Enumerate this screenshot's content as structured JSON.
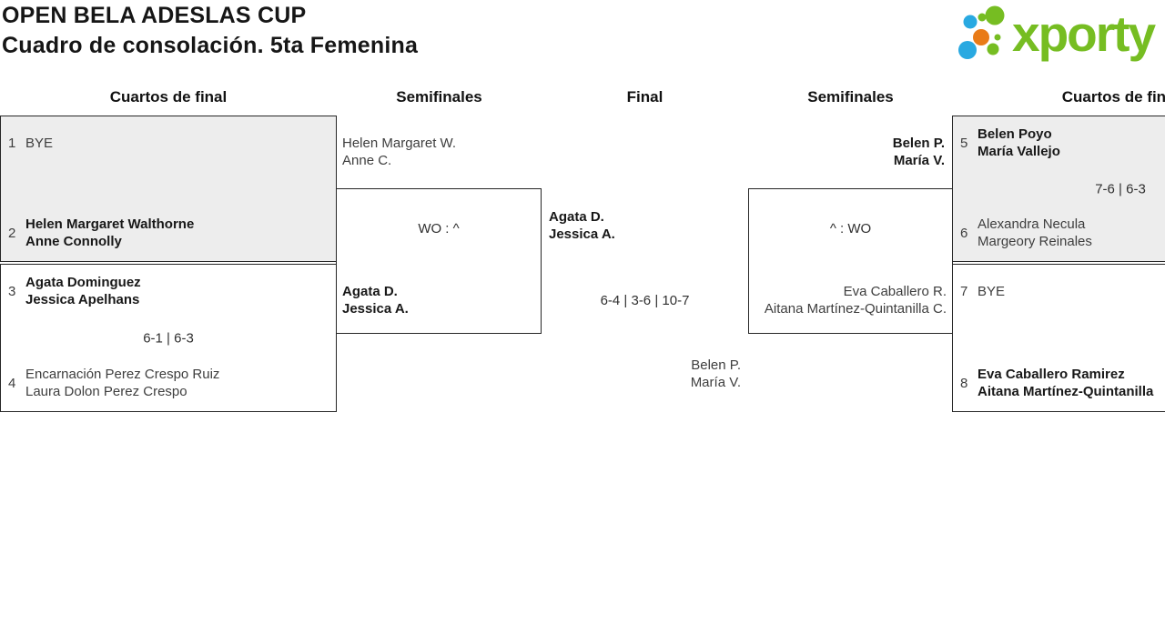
{
  "page": {
    "title": "OPEN BELA ADESLAS CUP",
    "subtitle": "Cuadro de consolación. 5ta Femenina"
  },
  "logo": {
    "text": "xporty",
    "green": "#76BD22",
    "blue": "#29A9E1",
    "orange": "#E97B17"
  },
  "colors": {
    "box_gray": "#EDEDED",
    "box_border": "#262626"
  },
  "round_headers": [
    "Cuartos de final",
    "Semifinales",
    "Final",
    "Semifinales",
    "Cuartos de final"
  ],
  "bracket": {
    "qf_left": [
      {
        "score": "",
        "teams": [
          {
            "seed": "1",
            "line1": "BYE",
            "line2": "",
            "winner": false
          },
          {
            "seed": "2",
            "line1": "Helen Margaret Walthorne",
            "line2": "Anne Connolly",
            "winner": true
          }
        ]
      },
      {
        "score": "6-1 | 6-3",
        "teams": [
          {
            "seed": "3",
            "line1": "Agata Dominguez",
            "line2": "Jessica Apelhans",
            "winner": true
          },
          {
            "seed": "4",
            "line1": "Encarnación Perez Crespo Ruiz",
            "line2": "Laura Dolon Perez Crespo",
            "winner": false
          }
        ]
      }
    ],
    "sf_left": {
      "score": "WO : ^",
      "teams": [
        {
          "line1": "Helen Margaret W.",
          "line2": "Anne C.",
          "winner": false
        },
        {
          "line1": "Agata D.",
          "line2": "Jessica A.",
          "winner": true
        }
      ]
    },
    "final": {
      "score": "6-4 | 3-6 | 10-7",
      "teams": [
        {
          "line1": "Agata D.",
          "line2": "Jessica A.",
          "winner": true
        },
        {
          "line1": "Belen P.",
          "line2": "María V.",
          "winner": false
        }
      ]
    },
    "sf_right": {
      "score": "^ : WO",
      "teams": [
        {
          "line1": "Belen P.",
          "line2": "María V.",
          "winner": true
        },
        {
          "line1": "Eva Caballero R.",
          "line2": "Aitana Martínez-Quintanilla C.",
          "winner": false
        }
      ]
    },
    "qf_right": [
      {
        "score": "7-6 | 6-3",
        "teams": [
          {
            "seed": "5",
            "line1": "Belen Poyo",
            "line2": "María Vallejo",
            "winner": true
          },
          {
            "seed": "6",
            "line1": "Alexandra Necula",
            "line2": "Margeory Reinales",
            "winner": false
          }
        ]
      },
      {
        "score": "",
        "teams": [
          {
            "seed": "7",
            "line1": "BYE",
            "line2": "",
            "winner": false
          },
          {
            "seed": "8",
            "line1": "Eva Caballero Ramirez",
            "line2": "Aitana Martínez-Quintanilla",
            "winner": true
          }
        ]
      }
    ]
  }
}
